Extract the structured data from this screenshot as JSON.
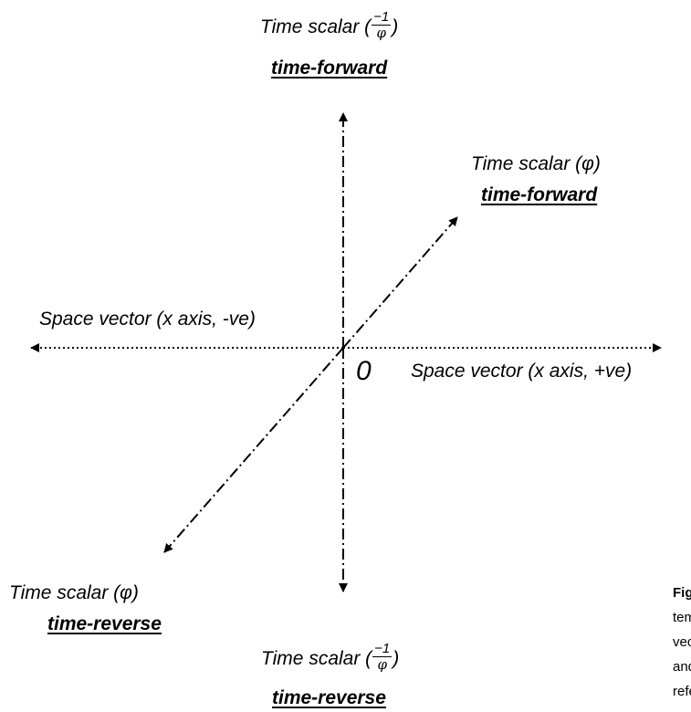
{
  "labels": {
    "top": {
      "prefix": "Time scalar (",
      "numerator": "−1",
      "denominator": "φ",
      "suffix": ")",
      "direction": "time-forward"
    },
    "upper_right": {
      "text": "Time scalar (φ)",
      "direction": "time-forward"
    },
    "left": {
      "text": "Space vector (x axis, -ve)"
    },
    "right": {
      "text": "Space vector (x axis, +ve)"
    },
    "origin": "0",
    "lower_left": {
      "text": "Time scalar (φ)",
      "direction": "time-reverse"
    },
    "bottom": {
      "prefix": "Time scalar (",
      "numerator": "−1",
      "denominator": "φ",
      "suffix": ")",
      "direction": "time-reverse"
    }
  },
  "caption": {
    "lines": [
      "Figur",
      "temp",
      "vecto",
      "and -",
      "refere"
    ]
  },
  "colors": {
    "stroke": "#000000",
    "background": "#ffffff"
  }
}
